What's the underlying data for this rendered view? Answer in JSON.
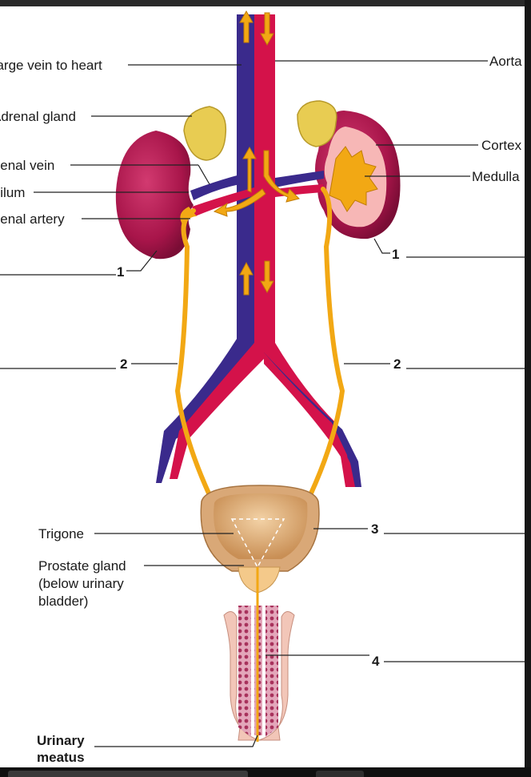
{
  "labels": {
    "large_vein": "Large vein to heart",
    "aorta": "Aorta",
    "adrenal_gland": "Adrenal gland",
    "cortex": "Cortex",
    "renal_vein": "Renal vein",
    "medulla": "Medulla",
    "hilum": "Hilum",
    "renal_artery": "Renal artery",
    "trigone": "Trigone",
    "prostate_line1": "Prostate gland",
    "prostate_line2": "(below urinary",
    "prostate_line3": "bladder)",
    "meatus_line1": "Urinary",
    "meatus_line2": "meatus"
  },
  "numbers": {
    "n1_left": "1",
    "n1_right": "1",
    "n2_left": "2",
    "n2_right": "2",
    "n3": "3",
    "n4": "4"
  },
  "colors": {
    "vein": "#3a2a8c",
    "artery": "#d4124a",
    "kidney": "#b3194e",
    "ureter": "#f2a814",
    "adrenal": "#e8cc52",
    "bladder": "#d9a877"
  }
}
